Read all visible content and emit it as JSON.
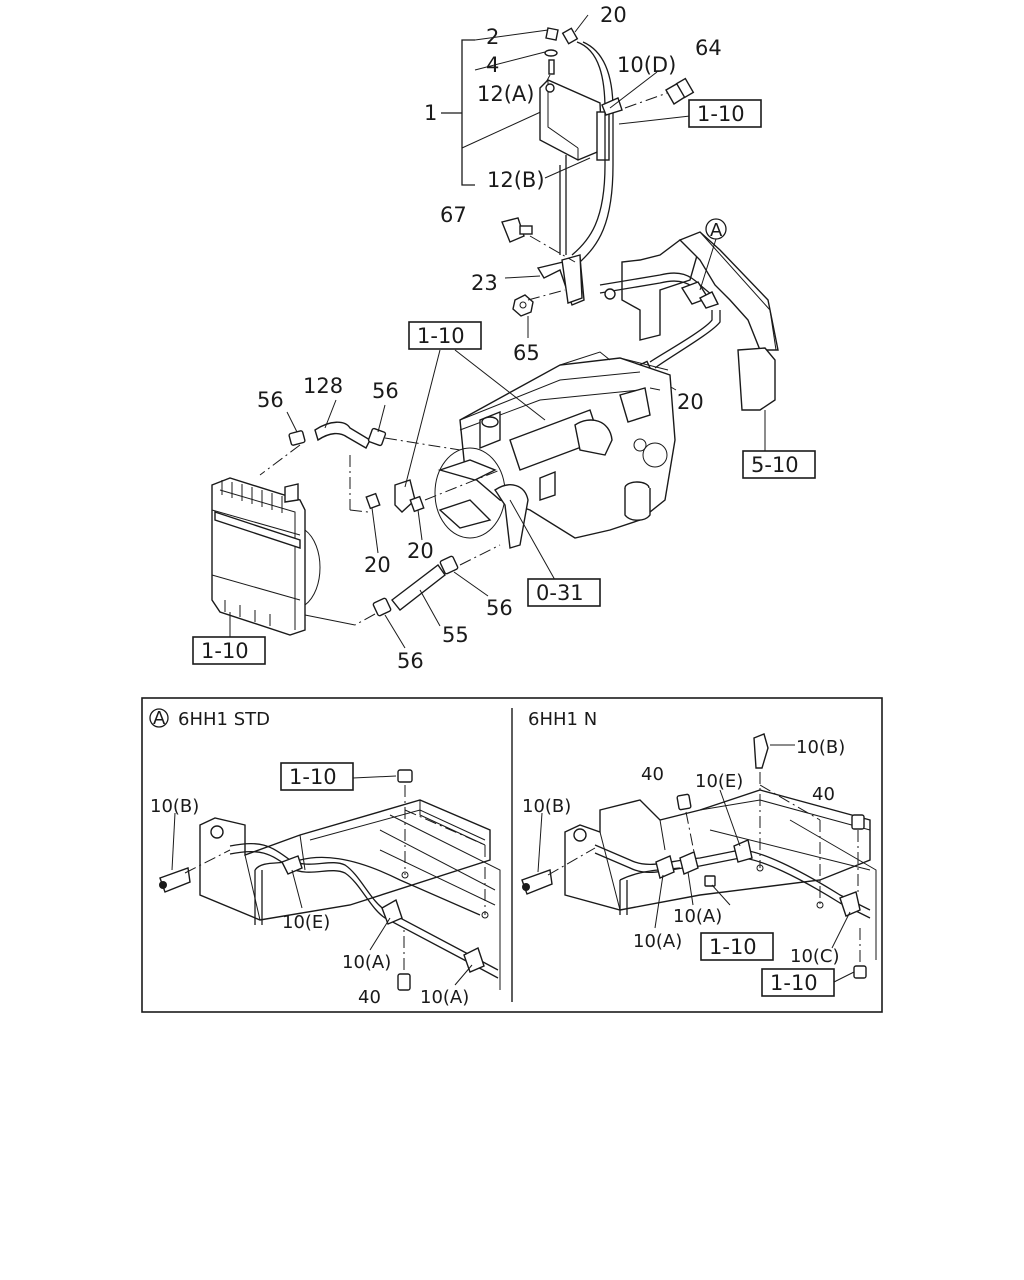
{
  "main_view": {
    "callouts": {
      "c2": "2",
      "c4": "4",
      "c12a": "12(A)",
      "c1": "1",
      "c12b": "12(B)",
      "c20_top": "20",
      "c10d": "10(D)",
      "c64": "64",
      "c67": "67",
      "c23": "23",
      "c65": "65",
      "c20_right": "20",
      "c56_left": "56",
      "c128": "128",
      "c56_mid": "56",
      "c20_a": "20",
      "c20_b": "20",
      "c56_lower": "56",
      "c55": "55",
      "c56_bottom": "56",
      "cA": "A"
    },
    "ref_boxes": {
      "r1": "1-10",
      "r2": "1-10",
      "r3": "5-10",
      "r4": "0-31",
      "r5": "1-10"
    }
  },
  "detail_left": {
    "header_marker": "A",
    "header": "6HH1 STD",
    "ref_box": "1-10",
    "callouts": {
      "c10b": "10(B)",
      "c10e": "10(E)",
      "c10a_1": "10(A)",
      "c40": "40",
      "c10a_2": "10(A)"
    }
  },
  "detail_right": {
    "header": "6HH1 N",
    "ref_box_1": "1-10",
    "ref_box_2": "1-10",
    "callouts": {
      "c10b_top": "10(B)",
      "c40_left": "40",
      "c10e": "10(E)",
      "c40_right": "40",
      "c10b_left": "10(B)",
      "c10a_1": "10(A)",
      "c10a_2": "10(A)",
      "c10c": "10(C)"
    }
  }
}
